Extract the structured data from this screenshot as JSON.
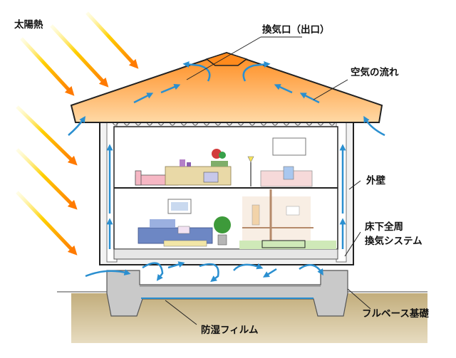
{
  "labels": {
    "solar_heat": "太陽熱",
    "vent_outlet": "換気口（出口）",
    "airflow": "空気の流れ",
    "outer_wall": "外壁",
    "underfloor_line1": "床下全周",
    "underfloor_line2": "換気システム",
    "full_base_foundation": "フルベース基礎",
    "moisture_film": "防湿フィルム"
  },
  "colors": {
    "sun_arrow_start": "#ffe000",
    "sun_arrow_end": "#ff7a00",
    "roof_top": "#ff8a1c",
    "roof_bottom": "#ffd9a6",
    "air_arrow": "#2a8fd0",
    "soil": "#cdb98e",
    "concrete": "#c8c8c8",
    "wall": "#f1f1f1"
  }
}
